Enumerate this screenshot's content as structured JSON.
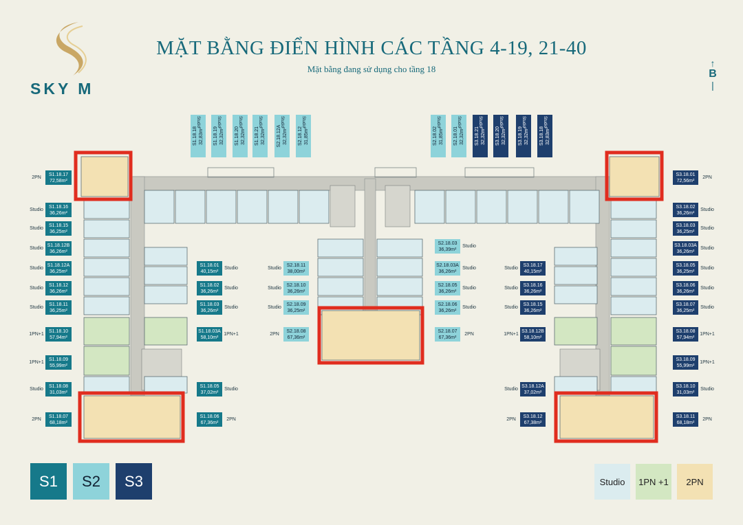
{
  "brand": {
    "logo_text": "SKY M"
  },
  "header": {
    "title": "MẶT BẰNG ĐIỂN HÌNH CÁC TẦNG 4-19, 21-40",
    "subtitle": "Mặt bằng đang sử dụng cho tầng 18"
  },
  "north": {
    "letter": "B",
    "arrow": "↑",
    "line": "|"
  },
  "colors": {
    "s1": "#16798a",
    "s2": "#8ed3da",
    "s3": "#1e3f6d",
    "studio": "#dbecef",
    "one_pn": "#d3e7c2",
    "two_pn": "#f3e1b3",
    "highlight": "#e02d1f"
  },
  "units_left": [
    {
      "type": "2PN",
      "code": "S1.18.17",
      "area": "72,58m²"
    },
    {
      "type": "Studio",
      "code": "S1.18.16",
      "area": "36,26m²"
    },
    {
      "type": "Studio",
      "code": "S1.18.15",
      "area": "36,25m²"
    },
    {
      "type": "Studio",
      "code": "S1.18.12B",
      "area": "36,26m²"
    },
    {
      "type": "Studio",
      "code": "S1.18.12A",
      "area": "36,25m²"
    },
    {
      "type": "Studio",
      "code": "S1.18.12",
      "area": "36,26m²"
    },
    {
      "type": "Studio",
      "code": "S1.18.11",
      "area": "36,25m²"
    },
    {
      "type": "1PN+1",
      "code": "S1.18.10",
      "area": "57,94m²"
    },
    {
      "type": "1PN+1",
      "code": "S1.18.09",
      "area": "55,99m²"
    },
    {
      "type": "Studio",
      "code": "S1.18.08",
      "area": "31,03m²"
    },
    {
      "type": "2PN",
      "code": "S1.18.07",
      "area": "68,18m²"
    }
  ],
  "units_s1_inner": [
    {
      "type": "Studio",
      "code": "S1.18.01",
      "area": "40,15m²"
    },
    {
      "type": "Studio",
      "code": "S1.18.02",
      "area": "36,26m²"
    },
    {
      "type": "Studio",
      "code": "S1.18.03",
      "area": "36,26m²"
    },
    {
      "type": "1PN+1",
      "code": "S1.18.03A",
      "area": "58,10m²"
    },
    {
      "type": "Studio",
      "code": "S1.18.05",
      "area": "37,02m²"
    },
    {
      "type": "2PN",
      "code": "S1.18.06",
      "area": "67,36m²"
    }
  ],
  "units_s2_left": [
    {
      "type": "Studio",
      "code": "S2.18.11",
      "area": "38,00m²"
    },
    {
      "type": "Studio",
      "code": "S2.18.10",
      "area": "36,26m²"
    },
    {
      "type": "Studio",
      "code": "S2.18.09",
      "area": "36,25m²"
    },
    {
      "type": "2PN",
      "code": "S2.18.08",
      "area": "67,36m²"
    }
  ],
  "units_s2_right": [
    {
      "type": "Studio",
      "code": "S2.18.03",
      "area": "36,39m²"
    },
    {
      "type": "Studio",
      "code": "S2.18.03A",
      "area": "36,26m²"
    },
    {
      "type": "Studio",
      "code": "S2.18.05",
      "area": "36,26m²"
    },
    {
      "type": "Studio",
      "code": "S2.18.06",
      "area": "36,26m²"
    },
    {
      "type": "2PN",
      "code": "S2.18.07",
      "area": "67,36m²"
    }
  ],
  "units_s3_inner": [
    {
      "type": "Studio",
      "code": "S3.18.17",
      "area": "40,15m²"
    },
    {
      "type": "Studio",
      "code": "S3.18.16",
      "area": "36,26m²"
    },
    {
      "type": "Studio",
      "code": "S3.18.15",
      "area": "36,26m²"
    },
    {
      "type": "1PN+1",
      "code": "S3.18.12B",
      "area": "58,10m²"
    },
    {
      "type": "Studio",
      "code": "S3.18.12A",
      "area": "37,02m²"
    },
    {
      "type": "2PN",
      "code": "S3.18.12",
      "area": "67,38m²"
    }
  ],
  "units_right": [
    {
      "type": "2PN",
      "code": "S3.18.01",
      "area": "72,56m²"
    },
    {
      "type": "Studio",
      "code": "S3.18.02",
      "area": "36,26m²"
    },
    {
      "type": "Studio",
      "code": "S3.18.03",
      "area": "36,25m²"
    },
    {
      "type": "Studio",
      "code": "S3.18.03A",
      "area": "36,26m²"
    },
    {
      "type": "Studio",
      "code": "S3.18.05",
      "area": "36,25m²"
    },
    {
      "type": "Studio",
      "code": "S3.18.06",
      "area": "36,26m²"
    },
    {
      "type": "Studio",
      "code": "S3.18.07",
      "area": "36,25m²"
    },
    {
      "type": "1PN+1",
      "code": "S3.18.08",
      "area": "57,94m²"
    },
    {
      "type": "1PN+1",
      "code": "S3.18.09",
      "area": "55,99m²"
    },
    {
      "type": "Studio",
      "code": "S3.18.10",
      "area": "31,03m²"
    },
    {
      "type": "2PN",
      "code": "S3.18.11",
      "area": "68,18m²"
    }
  ],
  "units_top": [
    {
      "type": "Studio",
      "code": "S1.18.18",
      "area": "32,83m²",
      "group": "s2"
    },
    {
      "type": "Studio",
      "code": "S1.18.19",
      "area": "32,32m²",
      "group": "s2"
    },
    {
      "type": "Studio",
      "code": "S1.18.20",
      "area": "32,32m²",
      "group": "s2"
    },
    {
      "type": "Studio",
      "code": "S1.18.21",
      "area": "32,32m²",
      "group": "s2"
    },
    {
      "type": "Studio",
      "code": "S2.18.12A",
      "area": "32,32m²",
      "group": "s2"
    },
    {
      "type": "Studio",
      "code": "S2.18.12",
      "area": "31,85m²",
      "group": "s2"
    },
    {
      "type": "Studio",
      "code": "S2.18.02",
      "area": "31,85m²",
      "group": "s2"
    },
    {
      "type": "Studio",
      "code": "S2.18.01",
      "area": "32,32m²",
      "group": "s2"
    },
    {
      "type": "Studio",
      "code": "S3.18.21",
      "area": "32,32m²",
      "group": "s3"
    },
    {
      "type": "Studio",
      "code": "S3.18.20",
      "area": "32,32m²",
      "group": "s3"
    },
    {
      "type": "Studio",
      "code": "S3.18.19",
      "area": "32,32m²",
      "group": "s3"
    },
    {
      "type": "Studio",
      "code": "S3.18.18",
      "area": "32,83m²",
      "group": "s3"
    }
  ],
  "legend": {
    "buildings": [
      {
        "label": "S1"
      },
      {
        "label": "S2"
      },
      {
        "label": "S3"
      }
    ],
    "types": [
      {
        "label": "Studio"
      },
      {
        "label": "1PN +1"
      },
      {
        "label": "2PN"
      }
    ]
  }
}
